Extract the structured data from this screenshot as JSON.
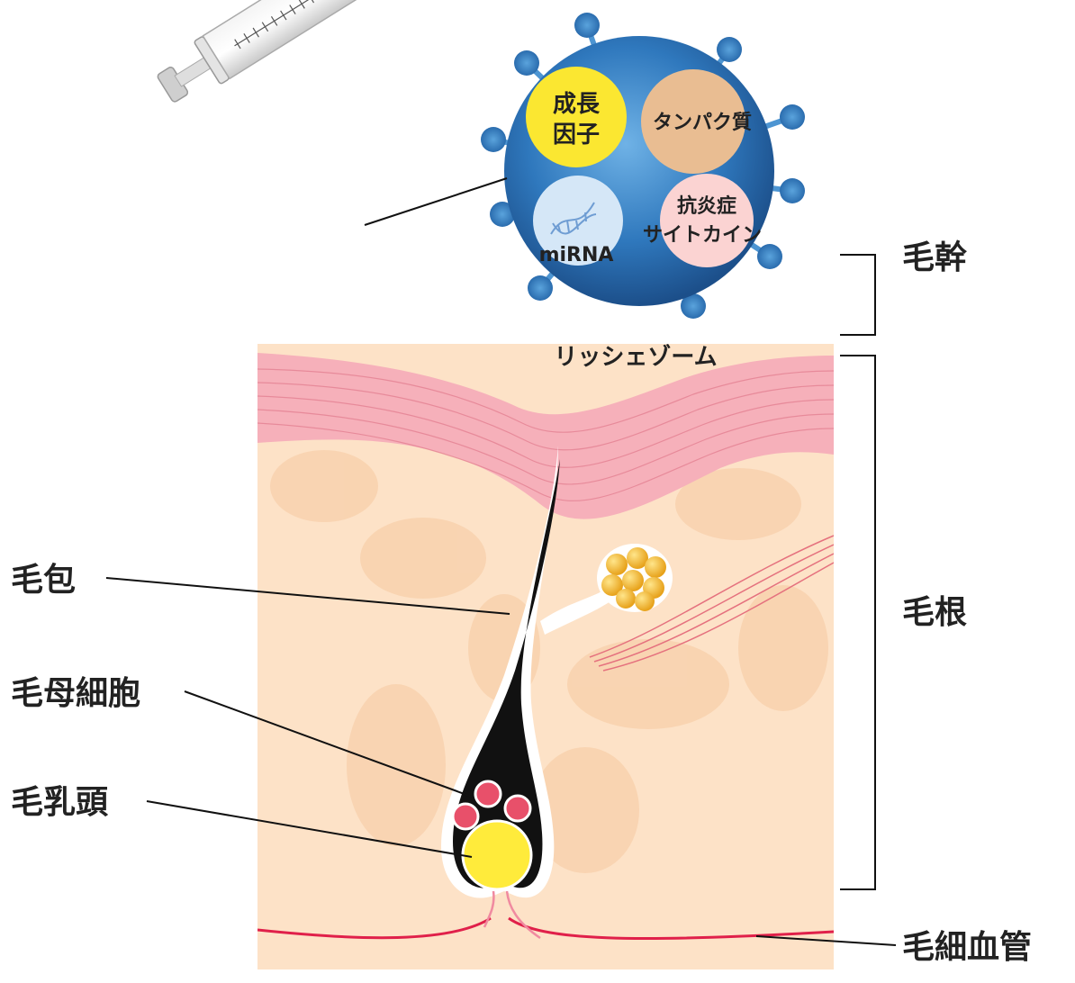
{
  "colors": {
    "skin": "#fde2c7",
    "skin_dark": "#f6c9a0",
    "epidermis": "#f3a9b3",
    "hair": "#111111",
    "papilla": "#ffeb3b",
    "matrix_cells": "#e8506a",
    "vessel": "#e0204a",
    "exosome": "#3a86c8",
    "growth_factor": "#fbe731",
    "protein": "#e9bd92",
    "mirna": "#d5e7f7",
    "cytokine": "#fbd3d2",
    "sebaceous": "#f7b731"
  },
  "exosome": {
    "name": "リッシェゾーム",
    "growth_factor_line1": "成長",
    "growth_factor_line2": "因子",
    "protein": "タンパク質",
    "mirna": "miRNA",
    "cytokine_line1": "抗炎症",
    "cytokine_line2": "サイトカイン"
  },
  "labels": {
    "hair_shaft": "毛幹",
    "hair_root": "毛根",
    "follicle": "毛包",
    "matrix_cells": "毛母細胞",
    "papilla": "毛乳頭",
    "capillary": "毛細血管"
  }
}
